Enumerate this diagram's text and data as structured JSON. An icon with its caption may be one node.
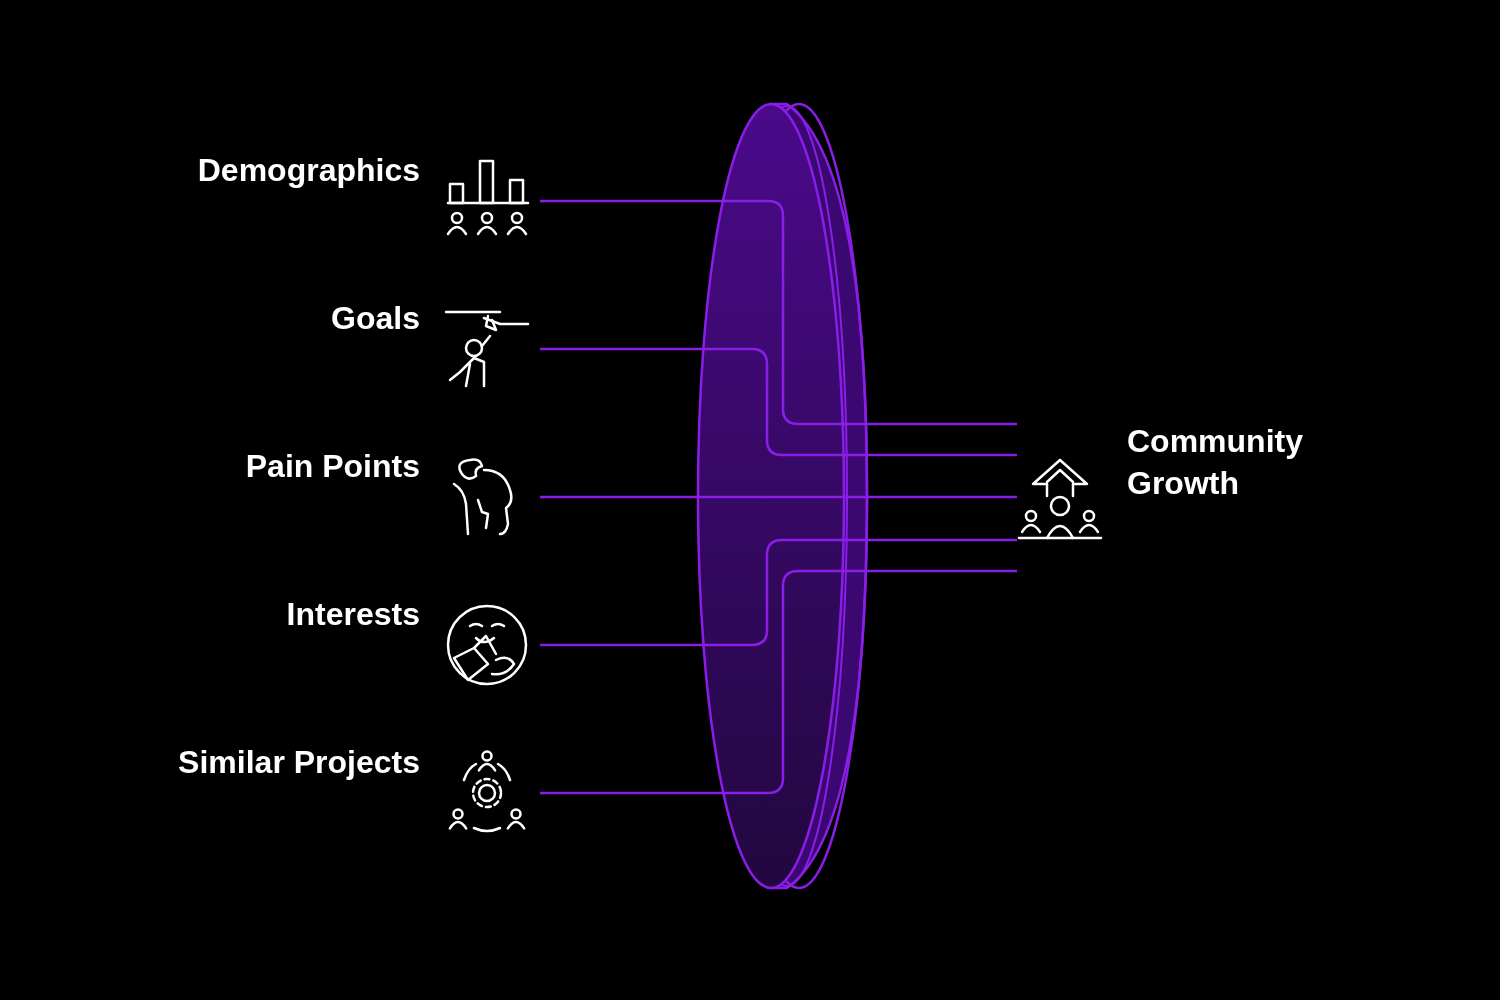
{
  "diagram": {
    "nodes": [
      {
        "text": [
          "Demographics"
        ]
      },
      {
        "text": [
          "Goals"
        ]
      },
      {
        "text": [
          "Pain Points"
        ]
      },
      {
        "text": [
          "Interests"
        ]
      },
      {
        "text": [
          "Similar Projects"
        ]
      },
      {
        "text": [
          "Community Growth"
        ]
      }
    ],
    "edges": [
      {
        "from": 0,
        "to": 5,
        "arrow": "none"
      },
      {
        "from": 1,
        "to": 5,
        "arrow": "none"
      },
      {
        "from": 2,
        "to": 5,
        "arrow": "none"
      },
      {
        "from": 3,
        "to": 5,
        "arrow": "none"
      },
      {
        "from": 4,
        "to": 5,
        "arrow": "none"
      }
    ]
  }
}
